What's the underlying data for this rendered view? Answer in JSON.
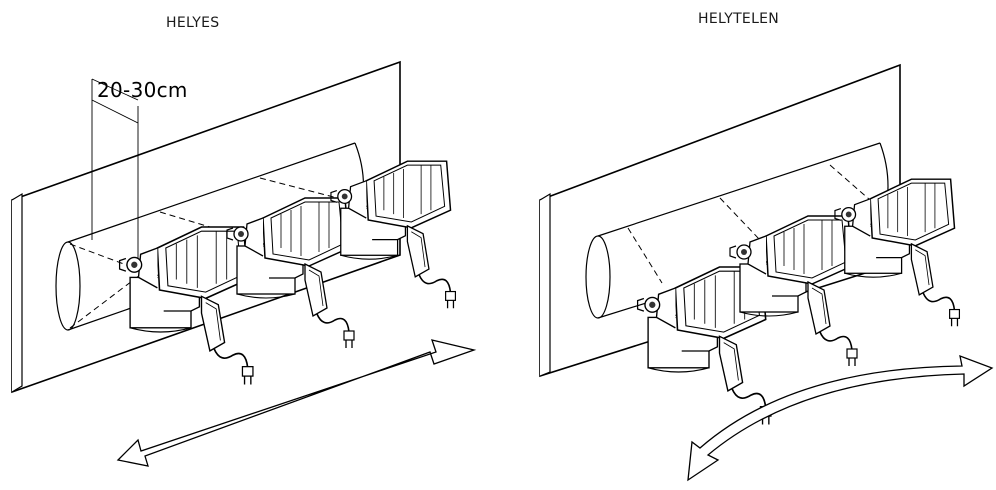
{
  "panels": {
    "left": {
      "title": "HELYES",
      "distance": "20-30cm"
    },
    "right": {
      "title": "HELYTELEN"
    }
  }
}
